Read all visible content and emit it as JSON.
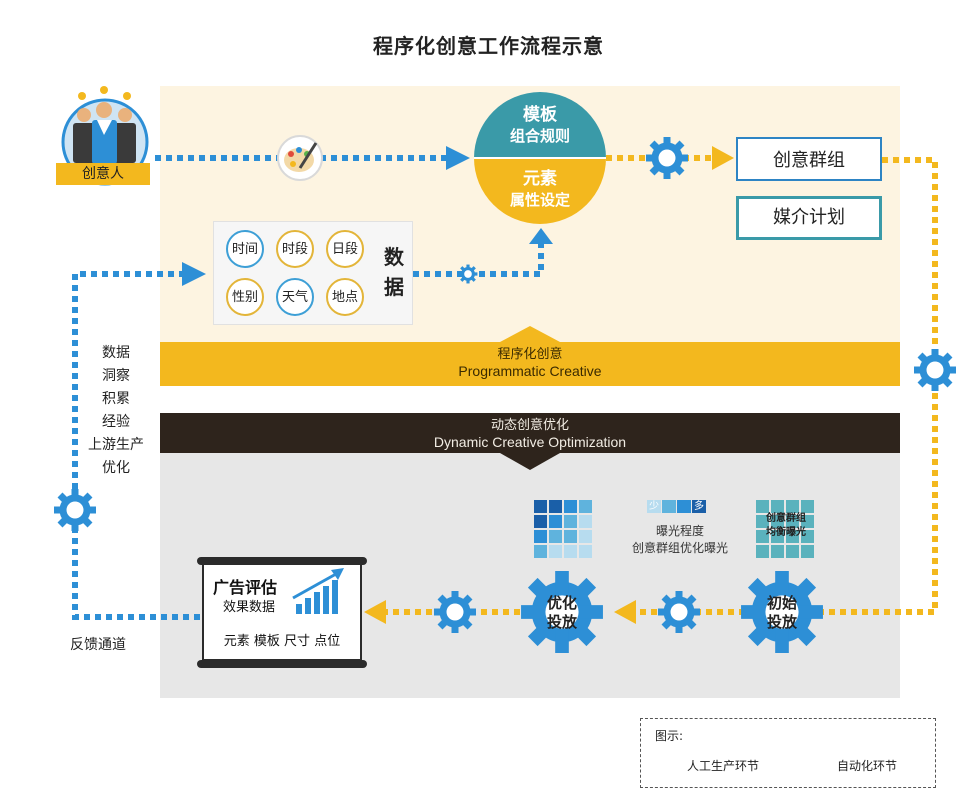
{
  "title": "程序化创意工作流程示意",
  "creator_label": "创意人",
  "circle": {
    "top_line1": "模板",
    "top_line2": "组合规则",
    "bottom_line1": "元素",
    "bottom_line2": "属性设定"
  },
  "right_boxes": {
    "group": "创意群组",
    "media": "媒介计划"
  },
  "data_panel": {
    "title": "数据",
    "tags": [
      "时间",
      "时段",
      "日段",
      "性别",
      "天气",
      "地点"
    ]
  },
  "bands": {
    "programmatic_cn": "程序化创意",
    "programmatic_en": "Programmatic Creative",
    "dco_cn": "动态创意优化",
    "dco_en": "Dynamic Creative Optimization"
  },
  "side_text": [
    "数据",
    "洞察",
    "积累",
    "经验",
    "上游生产",
    "优化"
  ],
  "feedback_label": "反馈通道",
  "ad_eval": {
    "title": "广告评估",
    "subtitle": "效果数据",
    "items": "元素 模板 尺寸 点位"
  },
  "gears": {
    "optimize": "优化\n投放",
    "initial": "初始\n投放"
  },
  "exposure": {
    "scale_low": "少",
    "scale_high": "多",
    "label1": "曝光程度",
    "label2": "创意群组优化曝光"
  },
  "initial_grid_text": {
    "line1": "创意群组",
    "line2": "均衡曝光"
  },
  "legend": {
    "title": "图示:",
    "manual": "人工生产环节",
    "auto": "自动化环节"
  },
  "colors": {
    "blue": "#2d8fd6",
    "gold": "#f3b81e",
    "teal": "#3a9aa8",
    "dark": "#2e241c",
    "cream": "#fdf4e1",
    "gray": "#e7e7e7"
  }
}
